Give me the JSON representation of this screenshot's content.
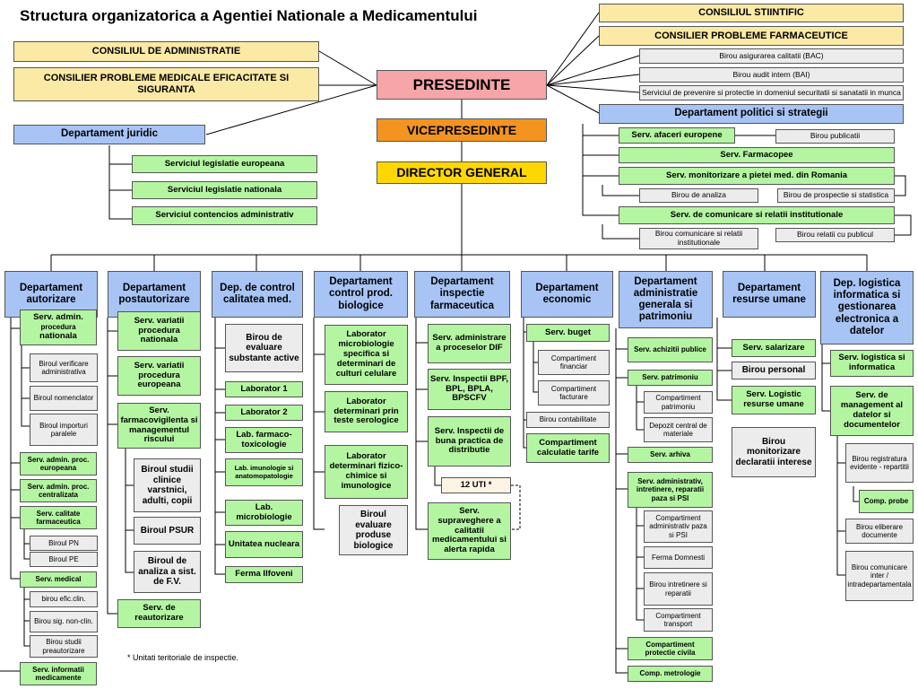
{
  "title": "Structura organizatorica a Agentiei Nationale a Medicamentului",
  "top": {
    "consiliul_administratie": "CONSILIUL DE ADMINISTRATIE",
    "consilier_medicale": "CONSILIER PROBLEME MEDICALE EFICACITATE SI SIGURANTA",
    "presedinte": "PRESEDINTE",
    "vicepresedinte": "VICEPRESEDINTE",
    "director_general": "DIRECTOR GENERAL",
    "consiliul_stiintific": "CONSILIUL STIINTIFIC",
    "consilier_farmaceutice": "CONSILIER PROBLEME FARMACEUTICE",
    "birou_bac": "Birou asigurarea calitatii (BAC)",
    "birou_bai": "Birou audit intern (BAI)",
    "serviciul_prevenire": "Serviciul de prevenire si protectie in domeniul securitatii si sanatatii in munca"
  },
  "juridic": {
    "title": "Departament juridic",
    "items": [
      "Serviciul legislatie europeana",
      "Serviciul legislatie nationala",
      "Serviciul contencios administrativ"
    ]
  },
  "politici": {
    "title": "Departament politici si strategii",
    "afaceri": "Serv. afaceri europene",
    "birou_publicatii": "Birou publicatii",
    "farmacopee": "Serv. Farmacopee",
    "monitorizare": "Serv. monitorizare a pietei med. din Romania",
    "birou_analiza": "Birou de analiza",
    "birou_prospectie": "Birou de prospectie si statistica",
    "comunicare": "Serv. de comunicare si relatii institutionale",
    "birou_comunicare": "Birou comunicare si relatii institutionale",
    "birou_relatii": "Birou relatii cu publicul"
  },
  "departments": {
    "autorizare": {
      "title": "Departament autorizare",
      "serv_admin_a": "Serv. admin.",
      "serv_admin_b": "procedura",
      "serv_admin_c": "nationala",
      "birou_verificare": "Biroul verificare administrativa",
      "birou_nomenclator": "Biroul nomenclator",
      "birou_importuri": "Biroul importuri paralele",
      "serv_admin_europeana": "Serv. admin. proc. europeana",
      "serv_admin_centralizata": "Serv. admin. proc. centralizata",
      "serv_calitate": "Serv. calitate farmaceutica",
      "birou_pn": "Biroul PN",
      "birou_pe": "Biroul PE",
      "serv_medical": "Serv. medical",
      "birou_efic": "birou efic.clin.",
      "birou_sig": "Birou sig. non-clin.",
      "birou_studii": "Birou studii preautorizare",
      "serv_informatii": "Serv. informatii medicamente"
    },
    "postautorizare": {
      "title": "Departament postautorizare",
      "variatii_nationala": "Serv. variatii procedura nationala",
      "variatii_europeana": "Serv. variatii procedura europeana",
      "farmacovigilenta": "Serv. farmacovigilenta si managementul riscului",
      "birou_studii_clinice": "Biroul studii clinice varstnici, adulti, copii",
      "birou_psur": "Biroul PSUR",
      "birou_analiza_fv": "Biroul de analiza a sist. de F.V.",
      "reautorizare": "Serv. de reautorizare"
    },
    "control_calitate": {
      "title": "Dep. de control calitatea med.",
      "birou_evaluare": "Birou de evaluare substante active",
      "lab1": "Laborator 1",
      "lab2": "Laborator 2",
      "lab_farmaco": "Lab. farmaco-toxicologie",
      "lab_imuno": "Lab. imunologie si anatomopatologie",
      "lab_micro": "Lab. microbiologie",
      "unitatea_nucleara": "Unitatea nucleara",
      "ferma": "Ferma Ilfoveni"
    },
    "control_biologice": {
      "title": "Departament control prod. biologice",
      "lab_micro": "Laborator microbiologie specifica si determinari de culturi celulare",
      "lab_serologice": "Laborator determinari prin teste serologice",
      "lab_fizico": "Laborator determinari fizico-chimice si imunologice",
      "birou_evaluare": "Biroul evaluare produse biologice"
    },
    "inspectie": {
      "title": "Departament inspectie farmaceutica",
      "serv_admin": "Serv. administrare a proceselor DIF",
      "serv_inspectii_bpf": "Serv. Inspectii BPF, BPL, BPLA, BPSCFV",
      "serv_inspectii_buna": "Serv. Inspectii de buna practica de distributie",
      "uti": "12 UTI *",
      "serv_supraveghere": "Serv. supraveghere a calitatii medicamentului si alerta rapida"
    },
    "economic": {
      "title": "Departament economic",
      "serv_buget": "Serv. buget",
      "comp_financiar": "Compartiment financiar",
      "comp_facturare": "Compartiment facturare",
      "birou_contabilitate": "Birou contabilitate",
      "comp_calculatie": "Compartiment calculatie tarife"
    },
    "administratie": {
      "title": "Departament administratie generala si patrimoniu",
      "serv_achizitii": "Serv. achizitii publice",
      "serv_patrimoniu": "Serv. patrimoniu",
      "comp_patrimoniu": "Compartiment patrimoniu",
      "depozit": "Depozit central de materiale",
      "serv_arhiva": "Serv. arhiva",
      "serv_administrativ": "Serv. administrativ, intretinere, reparatii paza si PSI",
      "comp_paza": "Compartiment administrativ paza si PSI",
      "ferma_domnesti": "Ferma Domnesti",
      "birou_intretinere": "Birou intretinere si reparatii",
      "comp_transport": "Compartiment transport",
      "comp_protectie": "Compartiment protectie civila",
      "comp_metrologie": "Comp. metrologie"
    },
    "resurse_umane": {
      "title": "Departament resurse umane",
      "serv_salarizare": "Serv. salarizare",
      "birou_personal": "Birou personal",
      "serv_logistic": "Serv. Logistic resurse umane",
      "birou_monitorizare": "Birou monitorizare declaratii interese"
    },
    "logistica": {
      "title": "Dep. logistica informatica si gestionarea electronica a datelor",
      "serv_logistica": "Serv. logistica si informatica",
      "serv_management": "Serv. de management al datelor si documentelor",
      "birou_registratura": "Birou registratura evidente - repartitii",
      "comp_probe": "Comp. probe",
      "birou_eliberare": "Birou eliberare documente",
      "birou_comunicare": "Birou comunicare inter / intradepartamentala"
    }
  },
  "footnote": "* Unitati teritoriale de inspectie."
}
